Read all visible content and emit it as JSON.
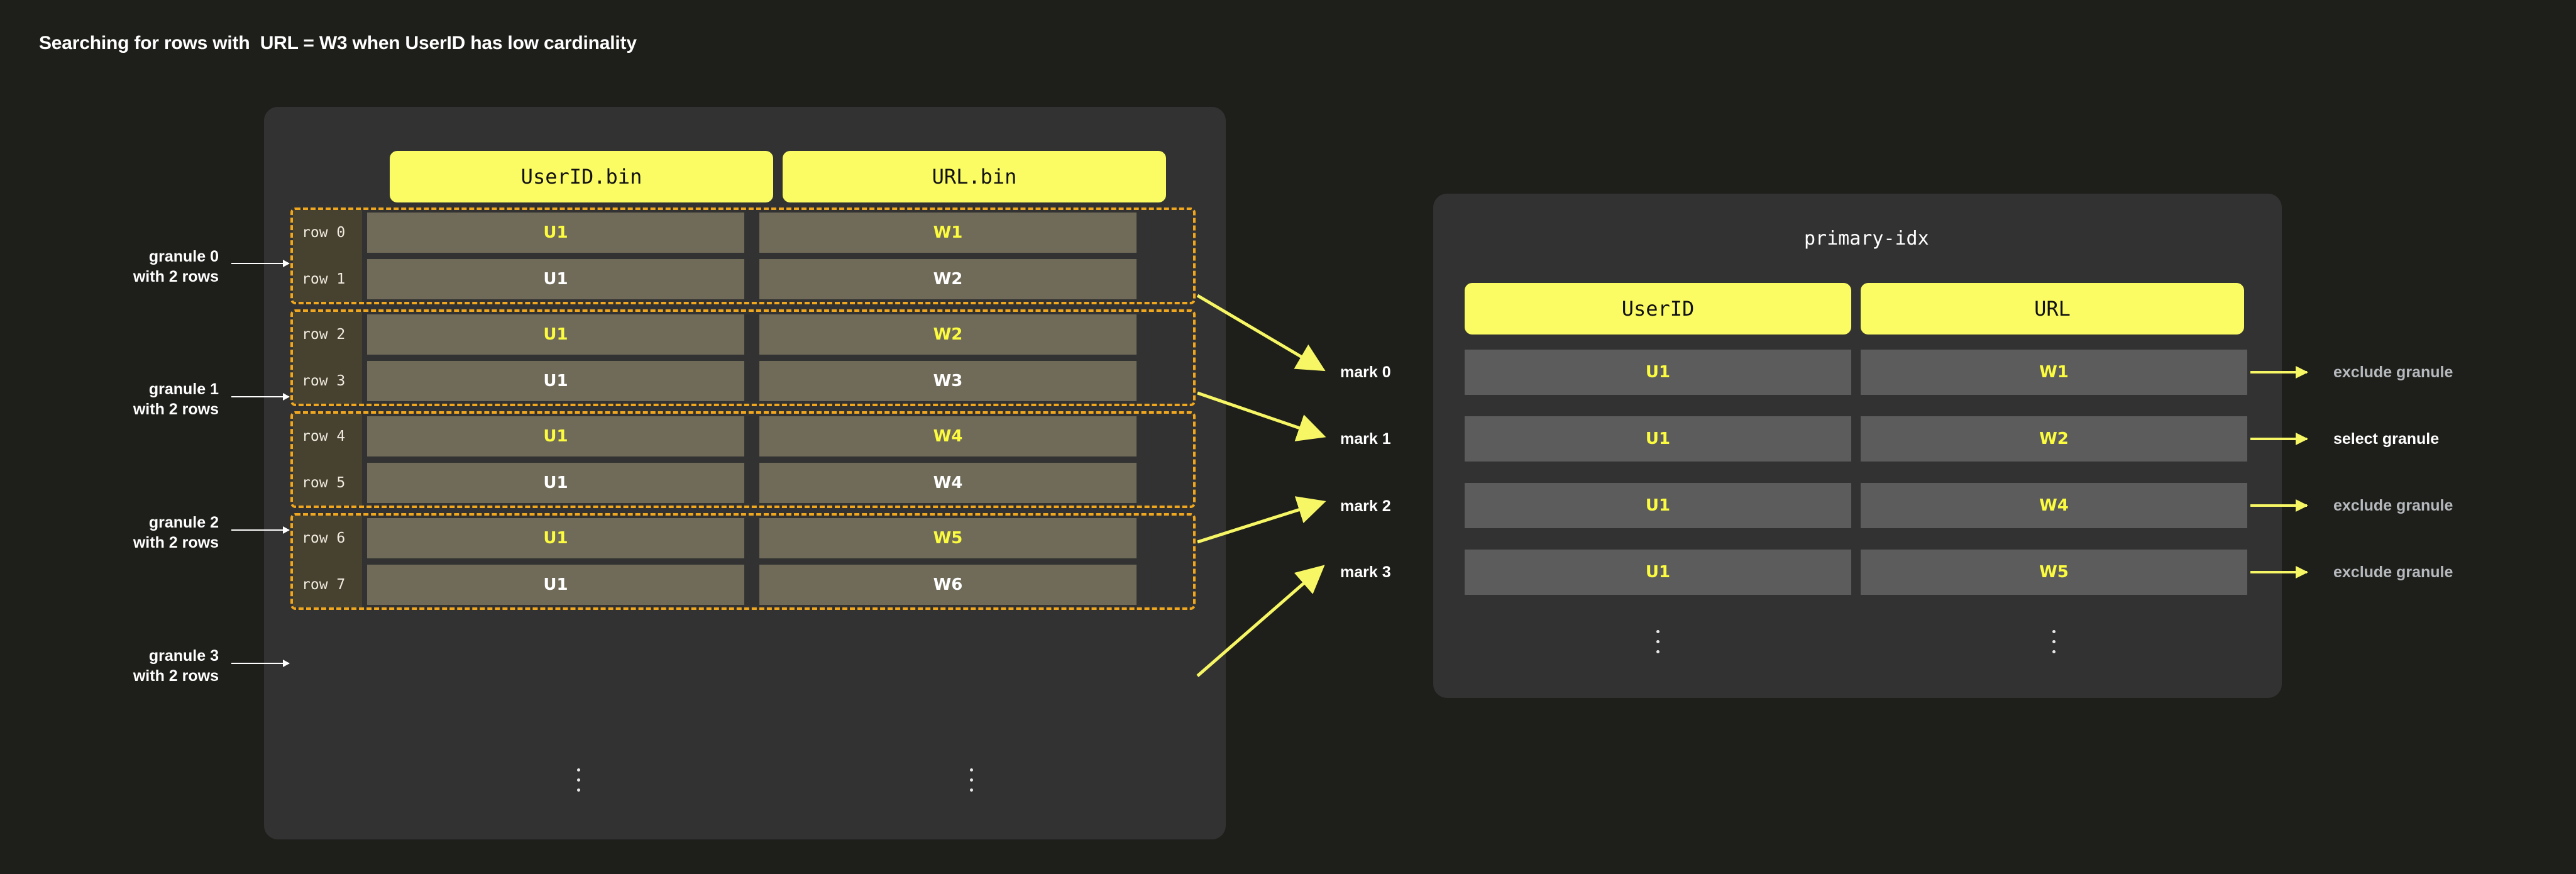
{
  "page": {
    "title": "Searching for rows with  URL = W3 when UserID has low cardinality",
    "background_color": "#1e1f1a",
    "accent_color": "#fbfb63",
    "granule_border_color": "#f0a71e",
    "arrow_color": "#f7f765"
  },
  "data_panel": {
    "columns": [
      {
        "header": "UserID.bin"
      },
      {
        "header": "URL.bin"
      }
    ],
    "ellipsis": "vertical-ellipsis",
    "granules": [
      {
        "note_line1": "granule 0",
        "note_line2": "with 2 rows",
        "rows": [
          {
            "label": "row 0",
            "userid": "U1",
            "url": "W1",
            "highlight": true
          },
          {
            "label": "row 1",
            "userid": "U1",
            "url": "W2",
            "highlight": false
          }
        ]
      },
      {
        "note_line1": "granule 1",
        "note_line2": "with 2 rows",
        "rows": [
          {
            "label": "row 2",
            "userid": "U1",
            "url": "W2",
            "highlight": true
          },
          {
            "label": "row 3",
            "userid": "U1",
            "url": "W3",
            "highlight": false
          }
        ]
      },
      {
        "note_line1": "granule 2",
        "note_line2": "with 2 rows",
        "rows": [
          {
            "label": "row 4",
            "userid": "U1",
            "url": "W4",
            "highlight": true
          },
          {
            "label": "row 5",
            "userid": "U1",
            "url": "W4",
            "highlight": false
          }
        ]
      },
      {
        "note_line1": "granule 3",
        "note_line2": "with 2 rows",
        "rows": [
          {
            "label": "row 6",
            "userid": "U1",
            "url": "W5",
            "highlight": true
          },
          {
            "label": "row 7",
            "userid": "U1",
            "url": "W6",
            "highlight": false
          }
        ]
      }
    ]
  },
  "marks": [
    {
      "label": "mark 0"
    },
    {
      "label": "mark 1"
    },
    {
      "label": "mark 2"
    },
    {
      "label": "mark 3"
    }
  ],
  "index_panel": {
    "title": "primary-idx",
    "columns": [
      {
        "header": "UserID"
      },
      {
        "header": "URL"
      }
    ],
    "ellipsis": "vertical-ellipsis",
    "rows": [
      {
        "userid": "U1",
        "url": "W1",
        "result": "exclude granule",
        "selected": false
      },
      {
        "userid": "U1",
        "url": "W2",
        "result": "select granule",
        "selected": true
      },
      {
        "userid": "U1",
        "url": "W4",
        "result": "exclude granule",
        "selected": false
      },
      {
        "userid": "U1",
        "url": "W5",
        "result": "exclude granule",
        "selected": false
      }
    ]
  }
}
